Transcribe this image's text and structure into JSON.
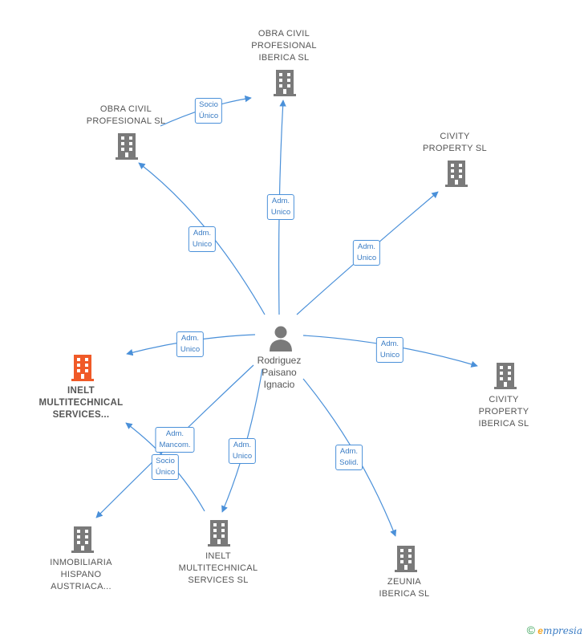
{
  "colors": {
    "edge": "#4a90d9",
    "building": "#7a7a7a",
    "building_highlight": "#f05a28",
    "person": "#7a7a7a"
  },
  "person": {
    "icon": "person-icon",
    "lines": [
      "Rodriguez",
      "Paisano",
      "Ignacio"
    ]
  },
  "companies": [
    {
      "id": "obra-civil-profesional-iberica",
      "lines": [
        "OBRA CIVIL",
        "PROFESIONAL",
        "IBERICA  SL"
      ],
      "icon": "building-icon",
      "highlight": false
    },
    {
      "id": "obra-civil-profesional",
      "lines": [
        "OBRA CIVIL",
        "PROFESIONAL SL"
      ],
      "icon": "building-icon",
      "highlight": false
    },
    {
      "id": "civity-property",
      "lines": [
        "CIVITY",
        "PROPERTY  SL"
      ],
      "icon": "building-icon",
      "highlight": false
    },
    {
      "id": "inelt-main",
      "lines": [
        "INELT",
        "MULTITECHNICAL",
        "SERVICES..."
      ],
      "icon": "building-icon",
      "highlight": true
    },
    {
      "id": "civity-property-iberica",
      "lines": [
        "CIVITY",
        "PROPERTY",
        "IBERICA  SL"
      ],
      "icon": "building-icon",
      "highlight": false
    },
    {
      "id": "inmobiliaria-hispano",
      "lines": [
        "INMOBILIARIA",
        "HISPANO",
        "AUSTRIACA..."
      ],
      "icon": "building-icon",
      "highlight": false
    },
    {
      "id": "inelt-sl",
      "lines": [
        "INELT",
        "MULTITECHNICAL",
        "SERVICES  SL"
      ],
      "icon": "building-icon",
      "highlight": false
    },
    {
      "id": "zeunia-iberica",
      "lines": [
        "ZEUNIA",
        "IBERICA  SL"
      ],
      "icon": "building-icon",
      "highlight": false
    }
  ],
  "edges": [
    {
      "id": "edge-obra-civil-sl",
      "lines": [
        "Adm.",
        "Unico"
      ]
    },
    {
      "id": "edge-obra-civil-iberica",
      "lines": [
        "Adm.",
        "Unico"
      ]
    },
    {
      "id": "edge-socio-obra",
      "lines": [
        "Socio",
        "Único"
      ]
    },
    {
      "id": "edge-civity-property",
      "lines": [
        "Adm.",
        "Unico"
      ]
    },
    {
      "id": "edge-inelt-main",
      "lines": [
        "Adm.",
        "Unico"
      ]
    },
    {
      "id": "edge-civity-iberica",
      "lines": [
        "Adm.",
        "Unico"
      ]
    },
    {
      "id": "edge-inmobiliaria",
      "lines": [
        "Adm.",
        "Mancom."
      ]
    },
    {
      "id": "edge-socio-inelt",
      "lines": [
        "Socio",
        "Único"
      ]
    },
    {
      "id": "edge-inelt-sl",
      "lines": [
        "Adm.",
        "Unico"
      ]
    },
    {
      "id": "edge-zeunia",
      "lines": [
        "Adm.",
        "Solid."
      ]
    }
  ],
  "footer": {
    "copyright": "©",
    "brand_initial": "e",
    "brand_rest": "mpresia"
  }
}
